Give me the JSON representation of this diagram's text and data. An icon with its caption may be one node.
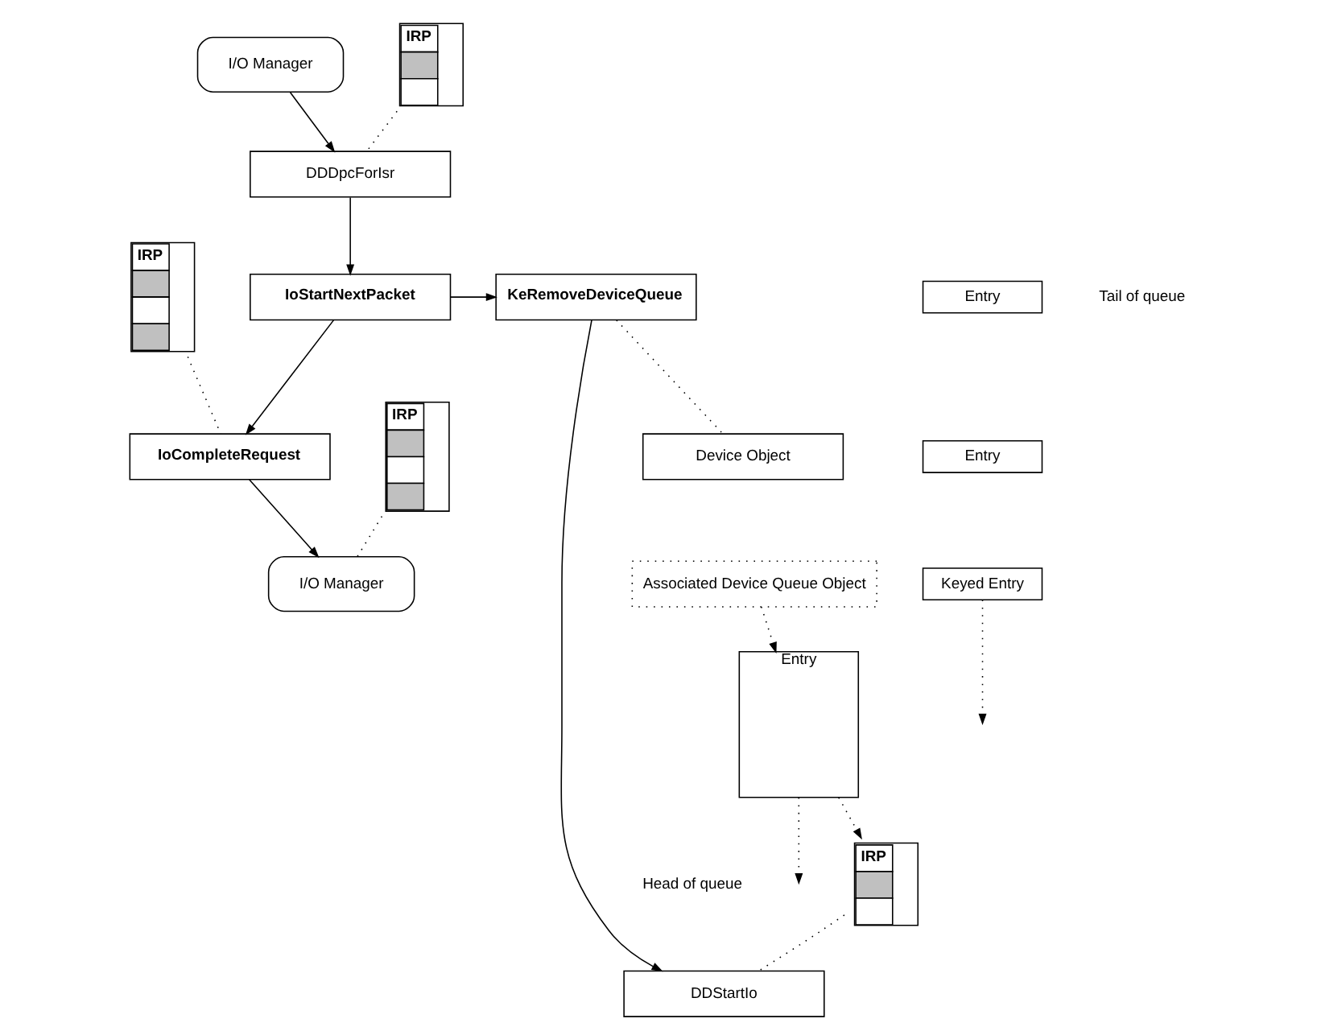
{
  "diagram": {
    "nodes": [
      {
        "text": [
          "I/O Manager"
        ]
      },
      {
        "text": [
          "IRP"
        ]
      },
      {
        "text": [
          "DDDpcForIsr"
        ]
      },
      {
        "text": [
          "IoStartNextPacket"
        ]
      },
      {
        "text": [
          "KeRemoveDeviceQueue"
        ]
      },
      {
        "text": [
          "IRP"
        ]
      },
      {
        "text": [
          "IoCompleteRequest"
        ]
      },
      {
        "text": [
          "IRP"
        ]
      },
      {
        "text": [
          "I/O Manager"
        ]
      },
      {
        "text": [
          "Device Object"
        ]
      },
      {
        "text": [
          "Associated Device Queue Object"
        ]
      },
      {
        "text": [
          "Entry"
        ]
      },
      {
        "text": [
          "Entry"
        ]
      },
      {
        "text": [
          "Keyed Entry"
        ]
      },
      {
        "text": [
          "Entry"
        ]
      },
      {
        "text": [
          "IRP"
        ]
      },
      {
        "text": [
          "DDStartIo"
        ]
      }
    ],
    "edges": [
      {
        "from": 0,
        "to": 2,
        "arrow": "to"
      },
      {
        "from": 1,
        "to": 2,
        "arrow": "none",
        "style": "dashed"
      },
      {
        "from": 2,
        "to": 3,
        "arrow": "to"
      },
      {
        "from": 3,
        "to": 4,
        "arrow": "to"
      },
      {
        "from": 3,
        "to": 6,
        "arrow": "to"
      },
      {
        "from": 5,
        "to": 6,
        "arrow": "none",
        "style": "dashed"
      },
      {
        "from": 6,
        "to": 8,
        "arrow": "to"
      },
      {
        "from": 7,
        "to": 8,
        "arrow": "none",
        "style": "dashed"
      },
      {
        "from": 4,
        "to": 9,
        "arrow": "none",
        "style": "dashed"
      },
      {
        "from": 4,
        "to": 16,
        "arrow": "to"
      },
      {
        "from": 10,
        "to": 14,
        "arrow": "to",
        "style": "dashed"
      },
      {
        "from": 14,
        "to": null,
        "arrow": "to",
        "style": "dashed"
      },
      {
        "from": 13,
        "to": null,
        "arrow": "to",
        "style": "dashed"
      },
      {
        "from": 14,
        "to": 15,
        "arrow": "to",
        "style": "dashed"
      },
      {
        "from": 15,
        "to": 16,
        "arrow": "none",
        "style": "dashed"
      }
    ],
    "labels": [
      "Tail of queue",
      "Head of queue"
    ]
  }
}
